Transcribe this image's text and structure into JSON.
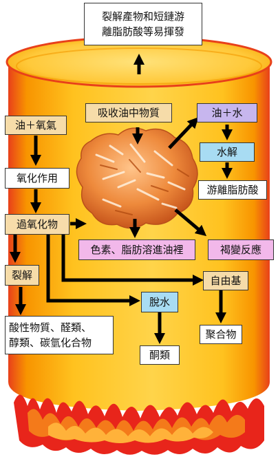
{
  "nodes": {
    "top_products": {
      "line1": "裂解產物和短鏈游",
      "line2": "離脂肪酸等易揮發"
    },
    "absorb": "吸收油中物質",
    "oil_oxygen": "油＋氧氣",
    "oxidation": "氧化作用",
    "peroxide": "過氧化物",
    "cracking": "裂解",
    "acid_products": {
      "line1": "酸性物質、醛類、",
      "line2": "醇類、碳氫化合物"
    },
    "oil_water": "油＋水",
    "hydrolysis": "水解",
    "free_fatty_acid": "游離脂肪酸",
    "pigment": "色素、脂肪溶進油裡",
    "browning": "褐變反應",
    "free_radical": "自由基",
    "polymer": "聚合物",
    "dehydration": "脫水",
    "ketones": "酮類"
  },
  "colors": {
    "pot_gold": "#ffc21f",
    "pot_deep": "#f39a00",
    "pot_red_edge": "#e8401a",
    "fire_red": "#e8251b",
    "fire_orange": "#f47a1a",
    "food_orange": "#e8772b",
    "box_purple": "#c7b6ee",
    "box_blue": "#a8dcf3",
    "box_pink": "#f2b8ea",
    "box_beige": "#f6dca9"
  }
}
